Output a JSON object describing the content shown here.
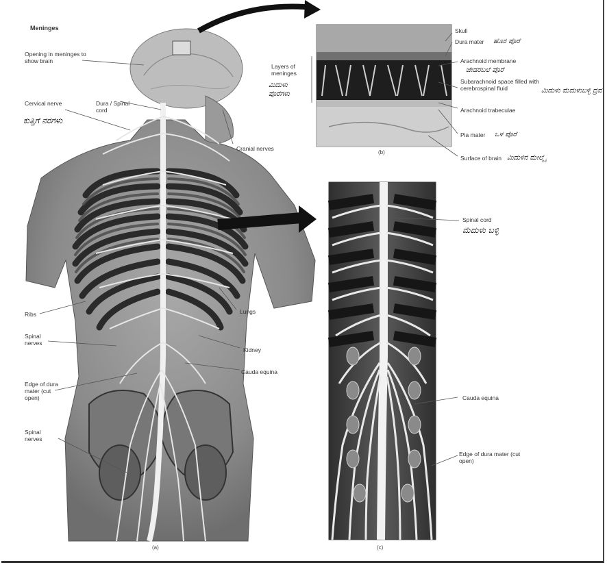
{
  "figure": {
    "title": "Meninges",
    "caption_a": "(a)",
    "caption_b": "(b)",
    "caption_c": "(c)"
  },
  "labels_left": {
    "opening_in_meninges": "Opening in meninges to show brain",
    "cervical_nerve": "Cervical nerve",
    "cervical_nerve_native": "ಕುತ್ತಿಗೆ ನರಗಳು",
    "dura_spinal_cord": "Dura / Spinal cord",
    "cranial_nerves": "Cranial nerves",
    "ribs": "Ribs",
    "spinal_nerves": "Spinal nerves",
    "edge_dura_mater": "Edge of dura mater (cut open)",
    "spinal_nerves_2": "Spinal nerves",
    "lungs": "Lungs",
    "kidney": "Kidney",
    "cauda_equina": "Cauda equina"
  },
  "labels_meninges": {
    "skull": "Skull",
    "dura_mater": "Dura mater",
    "dura_mater_native": "ಹೊರ ಪೊರೆ",
    "layers_of_meninges": "Layers of meninges",
    "layers_native": "ಮಿದುಳು ಪೊರೆಗಳು",
    "arachnoid_membrane": "Arachnoid membrane",
    "arachnoid_native": "ಜೇಡರಬಲೆ ಪೊರೆ",
    "subarachnoid_space": "Subarachnoid space filled with cerebrospinal fluid",
    "subarachnoid_native": "ಮಿದುಳು ಮೆದುಳುಬಳ್ಳಿ ದ್ರವ",
    "arachnoid_trabeculae": "Arachnoid trabeculae",
    "pia_mater": "Pia mater",
    "pia_mater_native": "ಒಳ ಪೊರೆ",
    "surface_of_brain": "Surface of brain",
    "surface_native": "ಮಿದುಳಿನ ಮೇಲ್ಮೈ"
  },
  "labels_spine": {
    "spinal_cord": "Spinal cord",
    "spinal_cord_native": "ಮೆದುಳು ಬಳ್ಳಿ",
    "cauda_equina": "Cauda equina",
    "edge_dura_mater": "Edge of dura mater (cut open)"
  }
}
